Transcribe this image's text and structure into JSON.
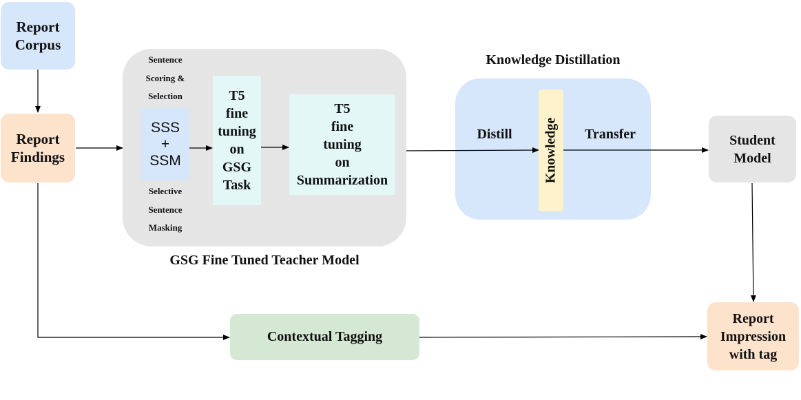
{
  "nodes": {
    "report_corpus": "Report\nCorpus",
    "report_findings": "Report\nFindings",
    "sss_ssm": "SSS\n+\nSSM",
    "t5_gsg": "T5\nfine\ntuning\non\nGSG\nTask",
    "t5_summ": "T5\nfine\ntuning\non\nSummarization",
    "knowledge": "Knowledge",
    "student_model": "Student\nModel",
    "contextual_tagging": "Contextual Tagging",
    "report_impression": "Report\nImpression\nwith tag"
  },
  "labels": {
    "sentence_scoring": "Sentence\nScoring &\nSelection",
    "selective_masking": "Selective\nSentence\nMasking",
    "teacher_group": "GSG Fine Tuned Teacher Model",
    "kd_group": "Knowledge Distillation",
    "distill": "Distill",
    "transfer": "Transfer"
  },
  "colors": {
    "blue_box": "#d6e6fb",
    "peach_box": "#fde2cc",
    "gray_group": "#e5e5e5",
    "cyan_box": "#e3f7f7",
    "kd_group": "#d6e6fb",
    "knowledge_bar": "#fdf2c9",
    "green_box": "#d5e8d4",
    "student_box": "#e5e5e5"
  }
}
